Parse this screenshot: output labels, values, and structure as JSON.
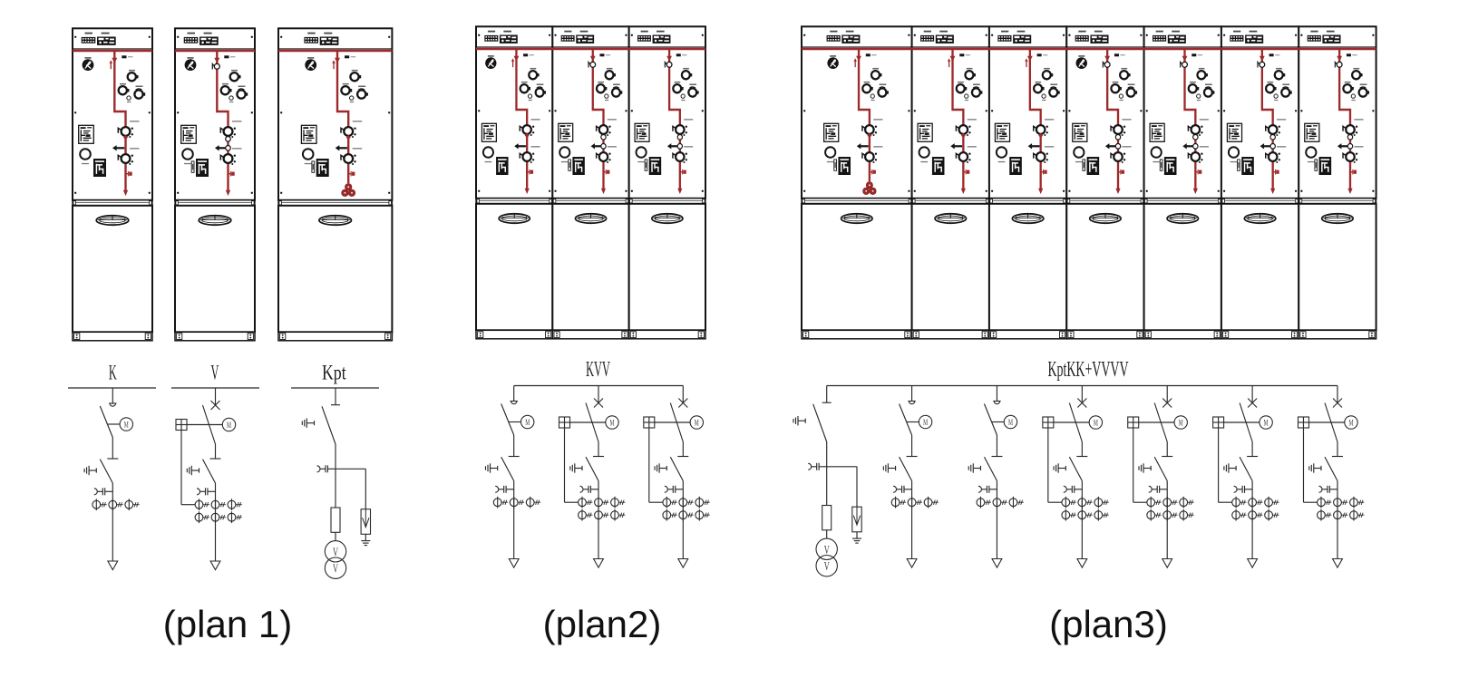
{
  "colors": {
    "background": "#ffffff",
    "busbar_red": "#9e2a2b",
    "cabinet_line": "#141414",
    "diagram_line": "#2a2a2a"
  },
  "symbols": {
    "motor_operator": "M",
    "voltage_transformer": "V"
  },
  "plans": [
    {
      "caption": "(plan 1)",
      "groups": [
        {
          "scheme": "K",
          "units": [
            {
              "type": "K",
              "status_icon": true
            }
          ]
        },
        {
          "scheme": "V",
          "units": [
            {
              "type": "V",
              "status_icon": true
            }
          ]
        },
        {
          "scheme": "Kpt",
          "units": [
            {
              "type": "Kpt",
              "status_icon": true
            }
          ]
        }
      ]
    },
    {
      "caption": "(plan2)",
      "groups": [
        {
          "scheme": "KVV",
          "units": [
            {
              "type": "K",
              "status_icon": true
            },
            {
              "type": "V",
              "status_icon": false
            },
            {
              "type": "V",
              "status_icon": false
            }
          ]
        }
      ]
    },
    {
      "caption": "(plan3)",
      "groups": [
        {
          "scheme": "KptKK+VVVV",
          "units": [
            {
              "type": "Kpt",
              "status_icon": true
            },
            {
              "type": "K",
              "status_icon": false
            },
            {
              "type": "K",
              "status_icon": false
            },
            {
              "type": "V",
              "status_icon": true
            },
            {
              "type": "V",
              "status_icon": false
            },
            {
              "type": "V",
              "status_icon": false
            },
            {
              "type": "V",
              "status_icon": false
            }
          ]
        }
      ]
    }
  ]
}
